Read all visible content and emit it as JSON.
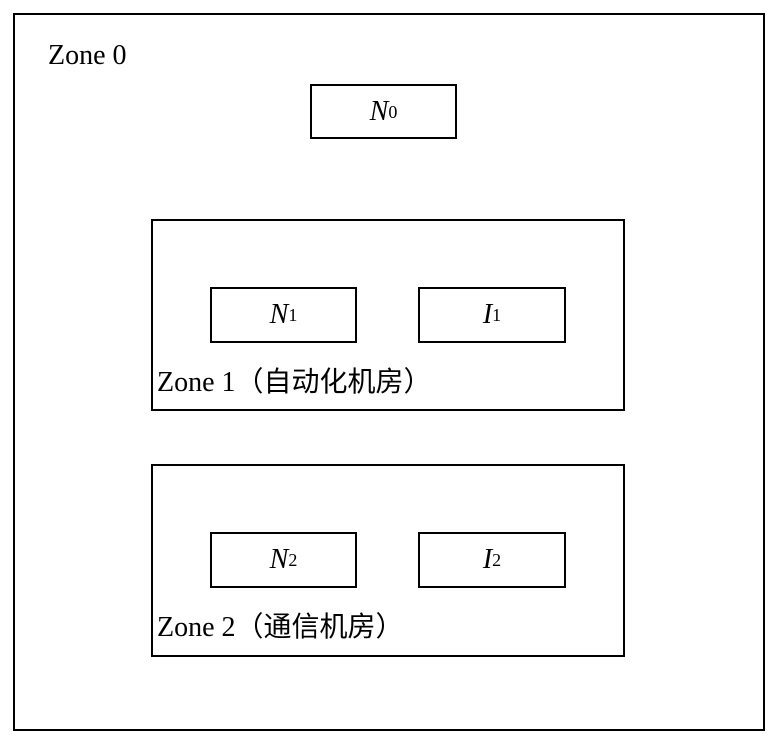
{
  "zone0": {
    "label": "Zone 0",
    "nodes": [
      {
        "symbol": "N",
        "subscript": "0"
      }
    ]
  },
  "zone1": {
    "label": "Zone 1（自动化机房）",
    "nodes": [
      {
        "symbol": "N",
        "subscript": "1"
      },
      {
        "symbol": "I",
        "subscript": "1"
      }
    ]
  },
  "zone2": {
    "label": "Zone 2（通信机房）",
    "nodes": [
      {
        "symbol": "N",
        "subscript": "2"
      },
      {
        "symbol": "I",
        "subscript": "2"
      }
    ]
  }
}
